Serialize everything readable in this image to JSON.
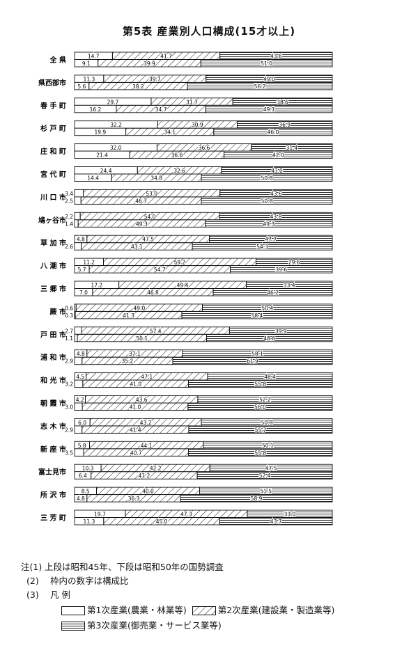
{
  "title": "第5表 産業別人口構成(15才以上)",
  "chart_data": {
    "type": "bar",
    "orientation": "horizontal",
    "stacked": true,
    "percent_stacked": true,
    "xlim": [
      0,
      100
    ],
    "legend_placement": "bottom",
    "series": [
      {
        "name": "第1次産業(農業・林業等)",
        "pattern": "blank"
      },
      {
        "name": "第2次産業(建設業・製造業等)",
        "pattern": "diagonal-hatch"
      },
      {
        "name": "第3次産業(御売業・サービス業等)",
        "pattern": "horizontal-lines"
      }
    ],
    "categories": [
      {
        "label": "全 県",
        "upper": [
          14.7,
          41.7,
          43.6
        ],
        "lower": [
          9.1,
          39.9,
          51.0
        ]
      },
      {
        "label": "県西部市",
        "upper": [
          11.3,
          39.7,
          49.0
        ],
        "lower": [
          5.6,
          38.2,
          56.2
        ]
      },
      {
        "label": "春 手 町",
        "upper": [
          29.7,
          31.7,
          38.6
        ],
        "lower": [
          16.2,
          34.7,
          49.1
        ]
      },
      {
        "label": "杉 戸 町",
        "upper": [
          32.2,
          30.9,
          36.9
        ],
        "lower": [
          19.9,
          34.1,
          46.0
        ]
      },
      {
        "label": "庄 和 町",
        "upper": [
          32.0,
          36.6,
          31.4
        ],
        "lower": [
          21.4,
          36.6,
          42.0
        ]
      },
      {
        "label": "宮 代 町",
        "upper": [
          24.4,
          32.6,
          43.0
        ],
        "lower": [
          14.4,
          34.8,
          50.8
        ]
      },
      {
        "label": "川 口 市",
        "upper": [
          3.4,
          53.0,
          43.6
        ],
        "lower": [
          2.5,
          46.7,
          50.8
        ]
      },
      {
        "label": "鳩ヶ谷市",
        "upper": [
          2.2,
          54.0,
          43.8
        ],
        "lower": [
          1.4,
          49.3,
          49.3
        ]
      },
      {
        "label": "草 加 市",
        "upper": [
          4.8,
          47.5,
          47.7
        ],
        "lower": [
          2.6,
          43.1,
          54.3
        ]
      },
      {
        "label": "八 潮 市",
        "upper": [
          11.2,
          59.2,
          29.6
        ],
        "lower": [
          5.7,
          54.7,
          39.6
        ]
      },
      {
        "label": "三 郷 市",
        "upper": [
          17.2,
          49.4,
          33.4
        ],
        "lower": [
          7.0,
          46.8,
          46.2
        ]
      },
      {
        "label": "蕨  市",
        "upper": [
          0.6,
          49.0,
          50.4
        ],
        "lower": [
          0.3,
          41.3,
          58.4
        ]
      },
      {
        "label": "戸 田 市",
        "upper": [
          2.7,
          57.4,
          39.9
        ],
        "lower": [
          1.1,
          50.1,
          48.8
        ]
      },
      {
        "label": "浦 和 市",
        "upper": [
          4.8,
          37.1,
          58.1
        ],
        "lower": [
          2.9,
          35.2,
          61.9
        ]
      },
      {
        "label": "和 光 市",
        "upper": [
          4.5,
          47.1,
          48.4
        ],
        "lower": [
          3.2,
          41.0,
          55.8
        ]
      },
      {
        "label": "朝 霞 市",
        "upper": [
          4.2,
          43.6,
          52.2
        ],
        "lower": [
          3.0,
          41.0,
          56.0
        ]
      },
      {
        "label": "志 木 市",
        "upper": [
          6.0,
          43.2,
          50.8
        ],
        "lower": [
          2.9,
          41.4,
          55.7
        ]
      },
      {
        "label": "新 座 市",
        "upper": [
          5.8,
          44.1,
          50.1
        ],
        "lower": [
          3.5,
          40.7,
          55.8
        ]
      },
      {
        "label": "富士見市",
        "upper": [
          10.3,
          42.2,
          47.5
        ],
        "lower": [
          6.4,
          41.2,
          52.4
        ]
      },
      {
        "label": "所 沢 市",
        "upper": [
          8.5,
          40.0,
          51.5
        ],
        "lower": [
          4.8,
          36.3,
          58.9
        ]
      },
      {
        "label": "三 芳 町",
        "upper": [
          19.7,
          47.3,
          33.0
        ],
        "lower": [
          11.3,
          45.0,
          43.7
        ]
      }
    ]
  },
  "notes": [
    {
      "num": "注(1)",
      "text": "上段は昭和45年、下段は昭和50年の国勢調査"
    },
    {
      "num": "(2)",
      "text": "枠内の数字は構成比"
    },
    {
      "num": "(3)",
      "text": "凡 例"
    }
  ],
  "legend": {
    "primary": "第1次産業(農業・林業等)",
    "secondary": "第2次産業(建設業・製造業等)",
    "tertiary": "第3次産業(御売業・サービス業等)"
  }
}
